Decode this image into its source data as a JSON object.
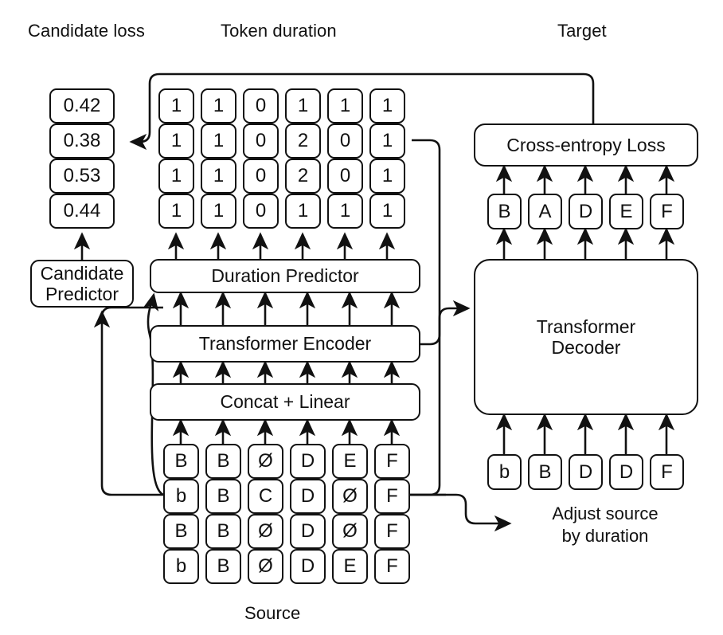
{
  "diagram": {
    "title_labels": {
      "candidate_loss": "Candidate loss",
      "token_duration": "Token duration",
      "target": "Target",
      "source": "Source"
    },
    "candidate_loss": {
      "label": "Candidate loss",
      "values": [
        "0.42",
        "0.38",
        "0.53",
        "0.44"
      ]
    },
    "token_duration": {
      "label": "Token duration",
      "rows": [
        [
          "1",
          "1",
          "0",
          "1",
          "1",
          "1"
        ],
        [
          "1",
          "1",
          "0",
          "2",
          "0",
          "1"
        ],
        [
          "1",
          "1",
          "0",
          "2",
          "0",
          "1"
        ],
        [
          "1",
          "1",
          "0",
          "1",
          "1",
          "1"
        ]
      ]
    },
    "source": {
      "label": "Source",
      "rows": [
        [
          "B",
          "B",
          "Ø",
          "D",
          "E",
          "F"
        ],
        [
          "b",
          "B",
          "C",
          "D",
          "Ø",
          "F"
        ],
        [
          "B",
          "B",
          "Ø",
          "D",
          "Ø",
          "F"
        ],
        [
          "b",
          "B",
          "Ø",
          "D",
          "E",
          "F"
        ]
      ]
    },
    "target": {
      "label": "Target",
      "tokens": [
        "B",
        "A",
        "D",
        "E",
        "F"
      ]
    },
    "decoder_inputs": {
      "tokens": [
        "b",
        "B",
        "D",
        "D",
        "F"
      ]
    },
    "modules": {
      "candidate_predictor": "Candidate\nPredictor",
      "duration_predictor": "Duration Predictor",
      "transformer_encoder": "Transformer Encoder",
      "concat_linear": "Concat + Linear",
      "transformer_decoder": "Transformer\nDecoder",
      "cross_entropy_loss": "Cross-entropy Loss"
    },
    "annotations": {
      "adjust_source": "Adjust source\nby duration"
    },
    "colors": {
      "stroke": "#111111",
      "background": "#ffffff",
      "text": "#111111"
    }
  }
}
